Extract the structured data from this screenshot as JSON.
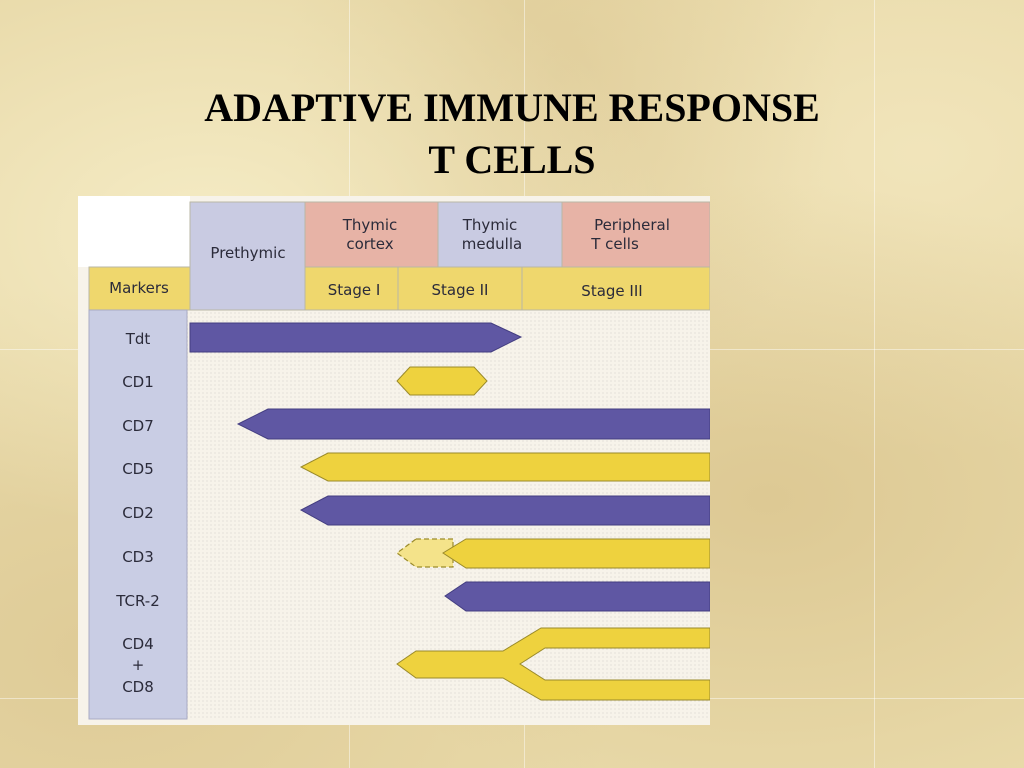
{
  "slide": {
    "title_line1": "ADAPTIVE IMMUNE RESPONSE",
    "title_line2": "T CELLS"
  },
  "diagram": {
    "header": {
      "markers": "Markers",
      "prethymic": "Prethymic",
      "thymic_cortex": [
        "Thymic",
        "cortex"
      ],
      "thymic_medulla": [
        "Thymic",
        "medulla"
      ],
      "peripheral": [
        "Peripheral",
        "T cells"
      ],
      "stage1": "Stage I",
      "stage2": "Stage II",
      "stage3": "Stage III"
    },
    "markers": [
      "Tdt",
      "CD1",
      "CD7",
      "CD5",
      "CD2",
      "CD3",
      "TCR-2",
      "CD4",
      "+",
      "CD8"
    ],
    "colors": {
      "purple": "#5f57a3",
      "yellow": "#eed23e",
      "pink": "#e7b3a6",
      "lavender": "#c9cbe2",
      "header_yellow": "#efd76d",
      "marker_column": "#c9cde4"
    }
  }
}
